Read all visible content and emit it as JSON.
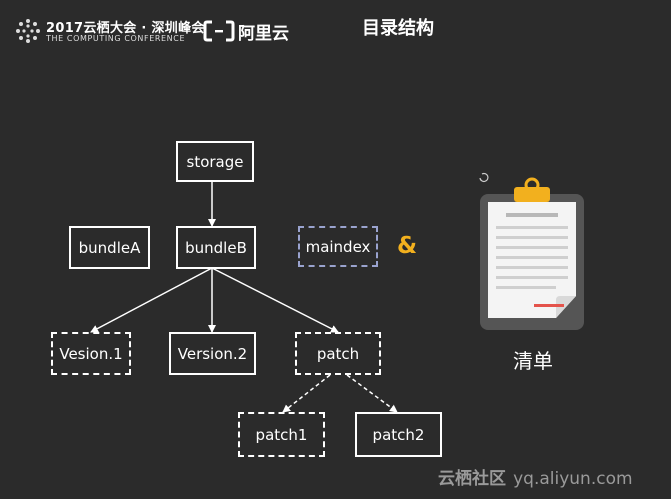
{
  "header": {
    "conf_title": "2017云栖大会 · 深圳峰会",
    "conf_subtitle": "THE COMPUTING CONFERENCE",
    "brand": "阿里云",
    "slide_title": "目录结构"
  },
  "diagram": {
    "nodes": {
      "storage": "storage",
      "bundleA": "bundleA",
      "bundleB": "bundleB",
      "maindex": "maindex",
      "vesion1": "Vesion.1",
      "version2": "Version.2",
      "patch": "patch",
      "patch1": "patch1",
      "patch2": "patch2"
    },
    "ampersand": "&"
  },
  "clipboard": {
    "label": "清单"
  },
  "watermark": {
    "cn": "云栖社区",
    "url": "yq.aliyun.com"
  },
  "colors": {
    "background": "#2b2b2b",
    "accent": "#f2b01e",
    "dashed_blue": "#9aa3cf",
    "red_line": "#e4534b"
  }
}
